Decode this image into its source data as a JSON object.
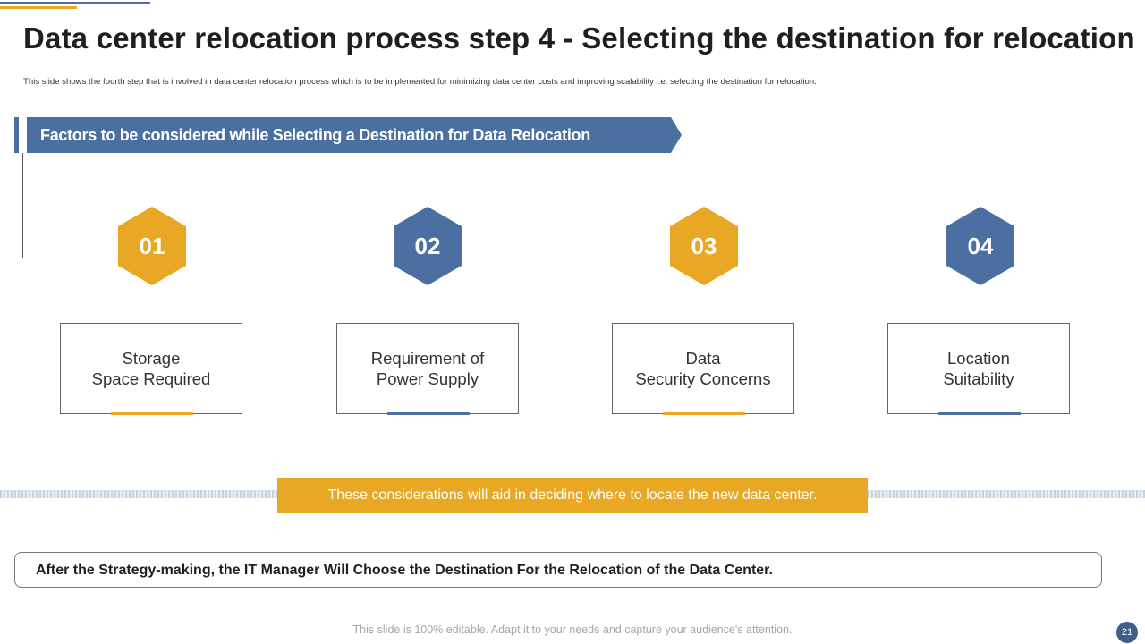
{
  "title": "Data center relocation process step 4 - Selecting the destination for relocation",
  "subtitle": "This slide shows the fourth step that is involved in data center relocation process which is to be implemented  for minimizing data center costs and improving scalability i.e. selecting the destination for relocation.",
  "banner": {
    "text": "Factors to be considered while Selecting a Destination for Data Relocation"
  },
  "steps": [
    {
      "number": "01",
      "label": "Storage\nSpace Required",
      "color": "#e8a823"
    },
    {
      "number": "02",
      "label": "Requirement of\nPower Supply",
      "color": "#4a6fa0"
    },
    {
      "number": "03",
      "label": "Data\nSecurity Concerns",
      "color": "#e8a823"
    },
    {
      "number": "04",
      "label": "Location\nSuitability",
      "color": "#4a6fa0"
    }
  ],
  "highlight": {
    "text": "These considerations will aid in deciding where to locate the new data center."
  },
  "note": {
    "text": "After the Strategy-making, the IT Manager Will Choose the Destination For the Relocation of the Data Center."
  },
  "footer": {
    "text": "This slide is 100% editable. Adapt it to your needs and capture your audience's attention."
  },
  "page_number": "21",
  "colors": {
    "gold": "#e8a823",
    "blue": "#4a6fa0"
  }
}
